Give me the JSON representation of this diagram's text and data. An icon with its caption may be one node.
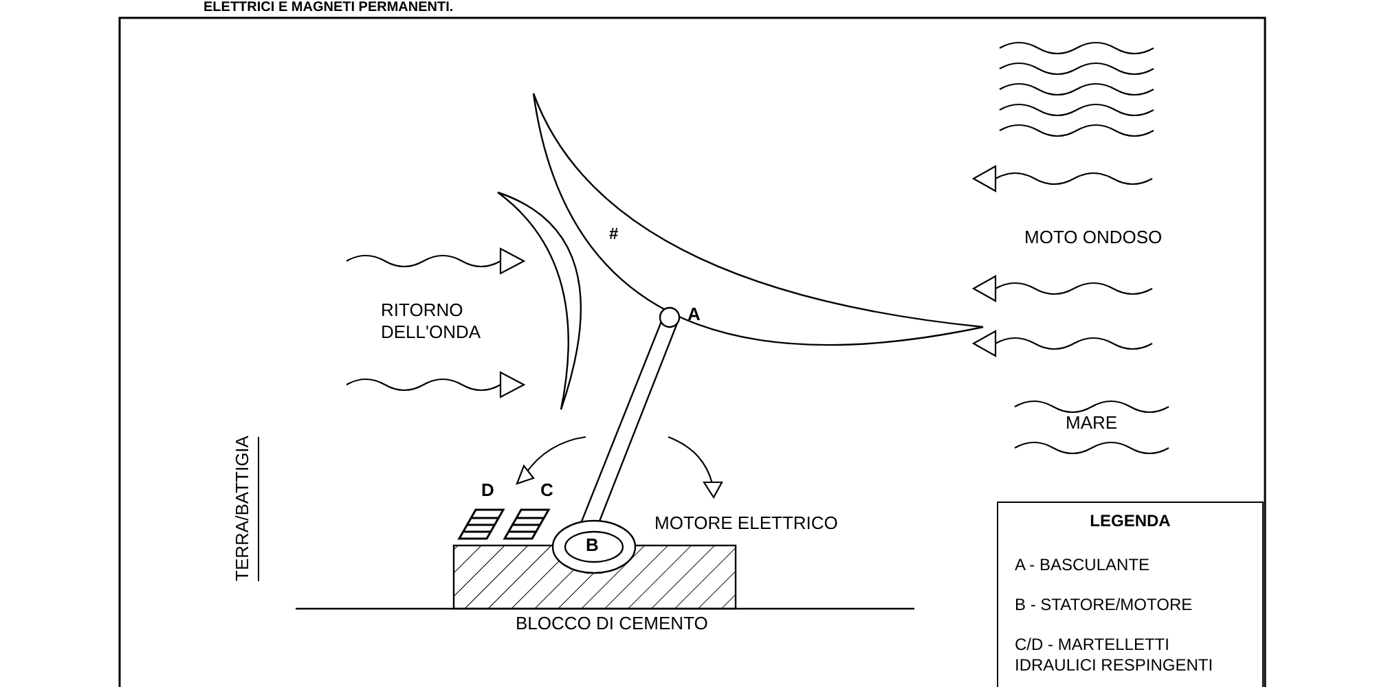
{
  "diagram": {
    "labels": [
      "ELETTRICI E MAGNETI PERMANENTI.",
      "#",
      "MOTO ONDOSO",
      "A",
      "RITORNO DELL'ONDA",
      "MARE",
      "TERRA/BATTIGIA",
      "D",
      "C",
      "MOTORE ELETTRICO",
      "B",
      "BLOCCO DI CEMENTO",
      "LEGENDA"
    ],
    "legend": [
      {
        "text": "A - BASCULANTE"
      },
      {
        "text": "B - STATORE/MOTORE"
      },
      {
        "text": "C/D - MARTELLETTI IDRAULICI RESPINGENTI"
      }
    ]
  }
}
